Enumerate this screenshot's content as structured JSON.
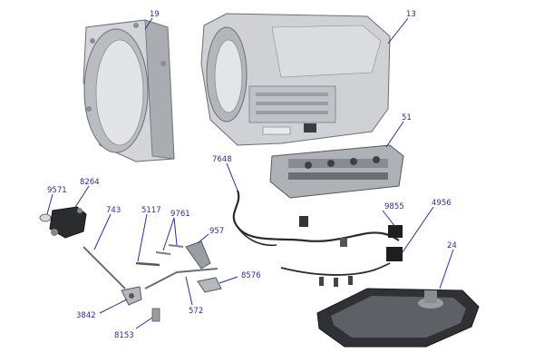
{
  "diagram": {
    "colors": {
      "label": "#2a2f8f",
      "metal": "#c9cbcf",
      "metal_dark": "#6b6e73",
      "metal_light": "#e6e7ea"
    },
    "callouts": [
      {
        "id": "bell-housing",
        "label": "19"
      },
      {
        "id": "transmission-case",
        "label": "13"
      },
      {
        "id": "valve-body",
        "label": "51"
      },
      {
        "id": "wiring-harness",
        "label": "7648"
      },
      {
        "id": "plug",
        "label": "9571"
      },
      {
        "id": "selector-switch",
        "label": "8264"
      },
      {
        "id": "rod",
        "label": "743"
      },
      {
        "id": "link-rod",
        "label": "5117"
      },
      {
        "id": "pins",
        "label": "9761"
      },
      {
        "id": "lever",
        "label": "957"
      },
      {
        "id": "connector-9855",
        "label": "9855"
      },
      {
        "id": "connector-4956",
        "label": "4956"
      },
      {
        "id": "oil-pan",
        "label": "24"
      },
      {
        "id": "bracket",
        "label": "8576"
      },
      {
        "id": "shift-rod",
        "label": "572"
      },
      {
        "id": "detent-lever",
        "label": "3842"
      },
      {
        "id": "bolt",
        "label": "8153"
      }
    ]
  }
}
